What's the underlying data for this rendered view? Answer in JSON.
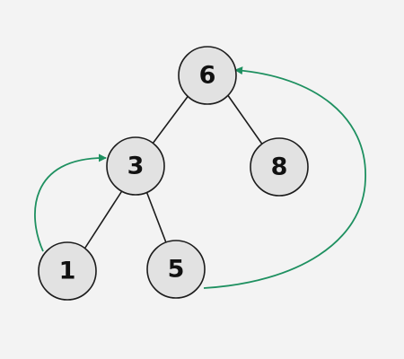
{
  "colors": {
    "background": "#f3f3f3",
    "node_fill": "#e2e2e2",
    "node_stroke": "#1c1c1c",
    "thread": "#1e9060"
  },
  "nodes": [
    {
      "id": "n6",
      "label": "6"
    },
    {
      "id": "n3",
      "label": "3"
    },
    {
      "id": "n8",
      "label": "8"
    },
    {
      "id": "n1",
      "label": "1"
    },
    {
      "id": "n5",
      "label": "5"
    }
  ],
  "edges": [
    {
      "from": "n6",
      "to": "n3"
    },
    {
      "from": "n6",
      "to": "n8"
    },
    {
      "from": "n3",
      "to": "n1"
    },
    {
      "from": "n3",
      "to": "n5"
    }
  ],
  "threads": [
    {
      "from": "n1",
      "to": "n3"
    },
    {
      "from": "n5",
      "to": "n6"
    }
  ]
}
